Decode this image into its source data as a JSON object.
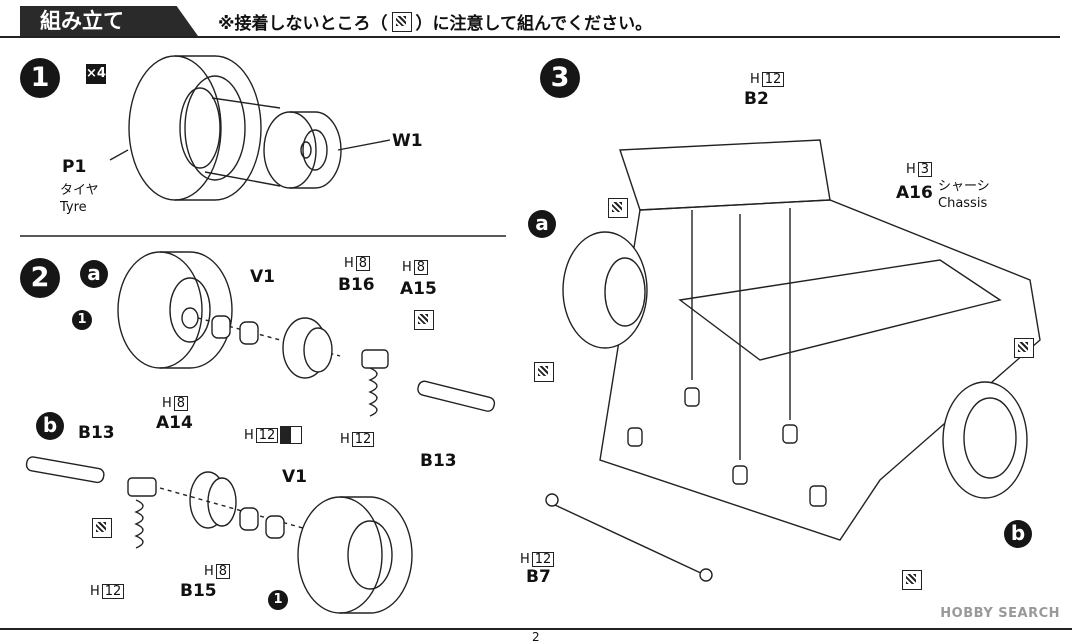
{
  "header": {
    "title": "組み立て",
    "note_prefix": "※接着しないところ（",
    "note_suffix": "）に注意して組んでください。"
  },
  "step1": {
    "number": "1",
    "quantity": "×4",
    "part_tyre": "P1",
    "tyre_ja": "タイヤ",
    "tyre_en": "Tyre",
    "part_wheel": "W1"
  },
  "step2": {
    "number": "2",
    "sub_a": "a",
    "sub_b": "b",
    "ref_1": "1",
    "v1_top": "V1",
    "v1_bottom": "V1",
    "b16": "B16",
    "b16_tree": "H",
    "b16_color": "8",
    "a15": "A15",
    "a15_tree": "H",
    "a15_color": "8",
    "a15_paint_tree": "H",
    "a15_paint_color": "12",
    "b13_right": "B13",
    "b13_left": "B13",
    "a14": "A14",
    "a14_tree": "H",
    "a14_color": "8",
    "a14_paint_tree": "H",
    "a14_paint_color": "12",
    "b15": "B15",
    "b15_tree": "H",
    "b15_color": "8",
    "b15_paint_tree": "H",
    "b15_paint_color": "12"
  },
  "step3": {
    "number": "3",
    "sub_a": "a",
    "sub_b": "b",
    "b2": "B2",
    "b2_tree": "H",
    "b2_color": "12",
    "a16": "A16",
    "a16_tree": "H",
    "a16_color": "3",
    "a16_ja": "シャーシ",
    "a16_en": "Chassis",
    "b7": "B7",
    "b7_tree": "H",
    "b7_color": "12"
  },
  "footer": {
    "page": "2",
    "watermark": "HOBBY SEARCH"
  },
  "colors": {
    "ink": "#161616",
    "watermark": "#999999"
  }
}
